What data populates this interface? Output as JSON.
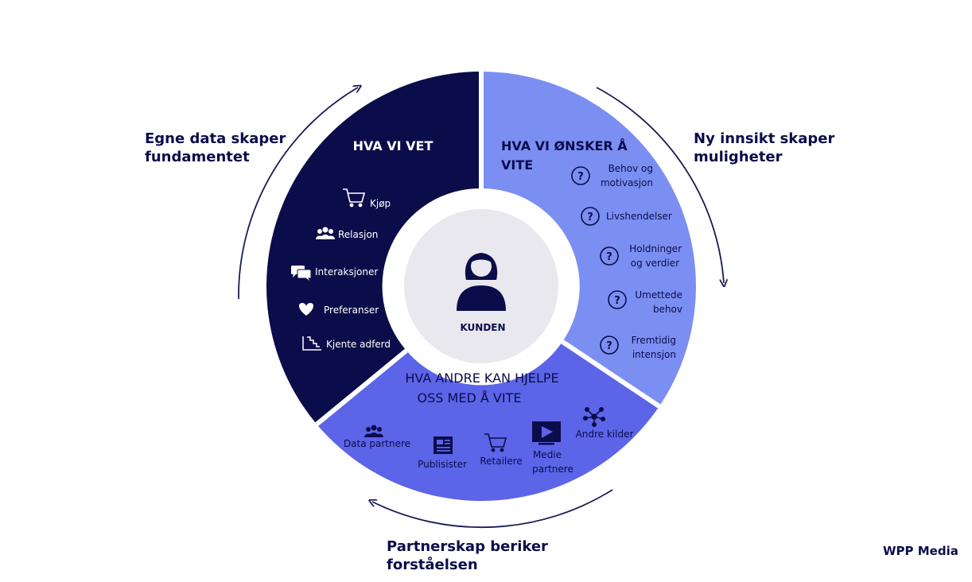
{
  "outer_labels": {
    "top_left": "Egne data skaper fundamentet",
    "top_right": "Ny innsikt skaper muligheter",
    "bottom": "Partnerskap beriker forståelsen"
  },
  "center": {
    "label": "KUNDEN",
    "icon": "person-icon"
  },
  "segment_known": {
    "title": "HVA VI VET",
    "items": [
      {
        "label": "Kjøp",
        "icon": "cart-icon"
      },
      {
        "label": "Relasjon",
        "icon": "people-icon"
      },
      {
        "label": "Interaksjoner",
        "icon": "chat-icon"
      },
      {
        "label": "Preferanser",
        "icon": "heart-icon"
      },
      {
        "label": "Kjente adferd",
        "icon": "stairs-icon"
      }
    ]
  },
  "segment_want": {
    "title_line1": "HVA VI ØNSKER Å",
    "title_line2": "VITE",
    "items": [
      {
        "line1": "Behov og",
        "line2": "motivasjon",
        "icon": "question-icon"
      },
      {
        "line1": "Livshendelser",
        "line2": "",
        "icon": "question-icon"
      },
      {
        "line1": "Holdninger",
        "line2": "og verdier",
        "icon": "question-icon"
      },
      {
        "line1": "Umettede",
        "line2": "behov",
        "icon": "question-icon"
      },
      {
        "line1": "Fremtidig",
        "line2": "intensjon",
        "icon": "question-icon"
      }
    ]
  },
  "segment_partners": {
    "title_line1": "HVA ANDRE KAN HJELPE",
    "title_line2": "OSS MED Å VITE",
    "items": [
      {
        "line1": "Data partnere",
        "line2": "",
        "icon": "people-icon"
      },
      {
        "line1": "Publisister",
        "line2": "",
        "icon": "newspaper-icon"
      },
      {
        "line1": "Retailere",
        "line2": "",
        "icon": "cart-icon"
      },
      {
        "line1": "Medie",
        "line2": "partnere",
        "icon": "play-screen-icon"
      },
      {
        "line1": "Andre kilder",
        "line2": "",
        "icon": "network-icon"
      }
    ]
  },
  "brand": "WPP Media",
  "colors": {
    "known": "#0b0d4a",
    "want": "#7b8ef2",
    "partners": "#5c64e8",
    "center": "#e8e8ee",
    "text_dark": "#0b0d4a"
  }
}
